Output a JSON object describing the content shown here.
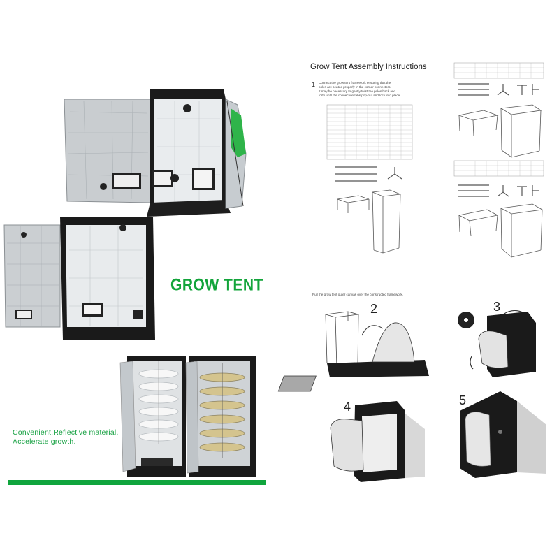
{
  "left_panel": {
    "headline": "GROW TENT",
    "slogan_line1": "Convenient,Reflective material,",
    "slogan_line2": "Accelerate growth.",
    "accent_color": "#10a53d"
  },
  "instructions": {
    "title": "Grow Tent Assembly Instructions",
    "step1_number": "1",
    "step1_lines": [
      "Connect the grow tent framework ensuring that  the",
      "poles are seated properly in the corner connectors.",
      "It may be necessary to gently twist the poles back  and",
      "forth until the connection tabs pop-out and lock into place."
    ],
    "pull_text": "Pull the grow tent outer canvas over the constructed framework.",
    "steps": [
      "2",
      "3",
      "4",
      "5"
    ]
  },
  "icons": [
    "grow-tent-photo",
    "framework-diagram",
    "tent-canvas-diagram"
  ]
}
